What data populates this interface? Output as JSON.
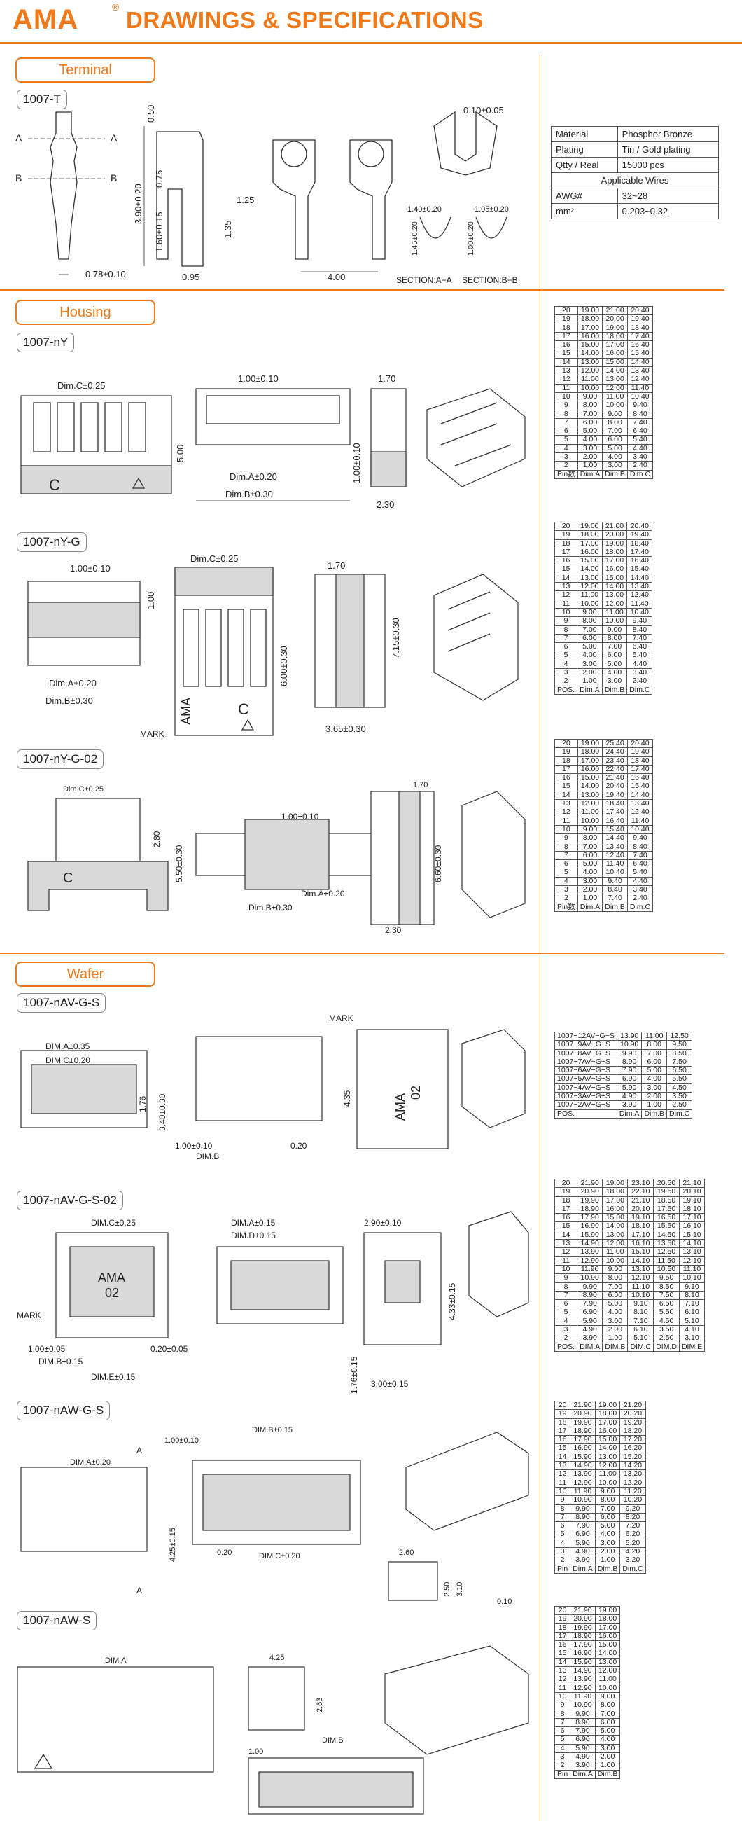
{
  "header": {
    "brand": "AMA",
    "reg": "®",
    "title": "DRAWINGS & SPECIFICATIONS"
  },
  "sections": {
    "terminal": "Terminal",
    "housing": "Housing",
    "wafer": "Wafer"
  },
  "parts": {
    "t": "1007-T",
    "ny": "1007-nY",
    "nyg": "1007-nY-G",
    "nyg02": "1007-nY-G-02",
    "navgs": "1007-nAV-G-S",
    "navgs02": "1007-nAV-G-S-02",
    "nawgs": "1007-nAW-G-S",
    "naws": "1007-nAW-S"
  },
  "terminal_dims": {
    "a": "A",
    "b": "B",
    "sec_aa": "SECTION:A−A",
    "sec_bb": "SECTION:B−B",
    "d050": "0.50",
    "d390": "3.90±0.20",
    "d075": "0.75",
    "d160": "1.60±0.15",
    "d135": "1.35",
    "d125": "1.25",
    "d078": "0.78±0.10",
    "d095": "0.95",
    "d400": "4.00",
    "d010": "0.10±0.05",
    "d140": "1.40±0.20",
    "d105": "1.05±0.20",
    "d145": "1.45±0.20",
    "d100": "1.00±0.20"
  },
  "terminal_spec": {
    "rows": [
      [
        "Material",
        "Phosphor Bronze"
      ],
      [
        "Plating",
        "Tin / Gold plating"
      ],
      [
        "Qtty / Real",
        "15000 pcs"
      ]
    ],
    "applicable": "Applicable Wires",
    "rows2": [
      [
        "AWG#",
        "32~28"
      ],
      [
        "mm²",
        "0.203~0.32"
      ]
    ]
  },
  "housing_dims": {
    "dimc025": "Dim.C±0.25",
    "d100010": "1.00±0.10",
    "d170": "1.70",
    "d500": "5.00",
    "dima020": "Dim.A±0.20",
    "dimb030": "Dim.B±0.30",
    "c": "C",
    "d230": "2.30",
    "d100010v": "1.00±0.10",
    "d100": "1.00",
    "d600": "6.00±0.30",
    "d715": "7.15±0.30",
    "d365": "3.65±0.30",
    "mark": "MARK",
    "ama": "AMA",
    "d280": "2.80",
    "d550": "5.50±0.30",
    "d660": "6.60±0.30"
  },
  "wafer_dims": {
    "dima035": "DIM.A±0.35",
    "dimc020": "DIM.C±0.20",
    "d176": "1.76",
    "d340": "3.40±0.30",
    "d100010": "1.00±0.10",
    "dimb": "DIM.B",
    "d020": "0.20",
    "mark": "MARK",
    "ama": "AMA",
    "n02": "02",
    "d435": "4.35",
    "dimc025": "DIM.C±0.25",
    "dima015": "DIM.A±0.15",
    "dimd015": "DIM.D±0.15",
    "d290": "2.90±0.10",
    "d433": "4.33±0.15",
    "d176015": "1.76±0.15",
    "d300": "3.00±0.15",
    "d100005": "1.00±0.05",
    "d020005": "0.20±0.05",
    "dimb015": "DIM.B±0.15",
    "dime015": "DIM.E±0.15",
    "dima020": "DIM.A±0.20",
    "dimb015b": "DIM.B±0.15",
    "dimc020b": "DIM.C±0.20",
    "d425": "4.25±0.15",
    "d260": "2.60",
    "d250": "2.50",
    "d310": "3.10",
    "d010": "0.10",
    "dima": "DIM.A",
    "d425b": "4.25",
    "d263": "2.63",
    "dimbb": "DIM.B",
    "d100b": "1.00",
    "d020b": "0.20",
    "a": "A"
  },
  "tables": {
    "t1": {
      "rows": [
        [
          "20",
          "19.00",
          "21.00",
          "20.40"
        ],
        [
          "19",
          "18.00",
          "20.00",
          "19.40"
        ],
        [
          "18",
          "17.00",
          "19.00",
          "18.40"
        ],
        [
          "17",
          "16.00",
          "18.00",
          "17.40"
        ],
        [
          "16",
          "15.00",
          "17.00",
          "16.40"
        ],
        [
          "15",
          "14.00",
          "16.00",
          "15.40"
        ],
        [
          "14",
          "13.00",
          "15.00",
          "14.40"
        ],
        [
          "13",
          "12.00",
          "14.00",
          "13.40"
        ],
        [
          "12",
          "11.00",
          "13.00",
          "12.40"
        ],
        [
          "11",
          "10.00",
          "12.00",
          "11.40"
        ],
        [
          "10",
          "9.00",
          "11.00",
          "10.40"
        ],
        [
          "9",
          "8.00",
          "10.00",
          "9.40"
        ],
        [
          "8",
          "7.00",
          "9.00",
          "8.40"
        ],
        [
          "7",
          "6.00",
          "8.00",
          "7.40"
        ],
        [
          "6",
          "5.00",
          "7.00",
          "6.40"
        ],
        [
          "5",
          "4.00",
          "6.00",
          "5.40"
        ],
        [
          "4",
          "3.00",
          "5.00",
          "4.40"
        ],
        [
          "3",
          "2.00",
          "4.00",
          "3.40"
        ],
        [
          "2",
          "1.00",
          "3.00",
          "2.40"
        ]
      ],
      "head": [
        "Pin数",
        "Dim.A",
        "Dim.B",
        "Dim.C"
      ]
    },
    "t2": {
      "rows": [
        [
          "20",
          "19.00",
          "21.00",
          "20.40"
        ],
        [
          "19",
          "18.00",
          "20.00",
          "19.40"
        ],
        [
          "18",
          "17.00",
          "19.00",
          "18.40"
        ],
        [
          "17",
          "16.00",
          "18.00",
          "17.40"
        ],
        [
          "16",
          "15.00",
          "17.00",
          "16.40"
        ],
        [
          "15",
          "14.00",
          "16.00",
          "15.40"
        ],
        [
          "14",
          "13.00",
          "15.00",
          "14.40"
        ],
        [
          "13",
          "12.00",
          "14.00",
          "13.40"
        ],
        [
          "12",
          "11.00",
          "13.00",
          "12.40"
        ],
        [
          "11",
          "10.00",
          "12.00",
          "11.40"
        ],
        [
          "10",
          "9.00",
          "11.00",
          "10.40"
        ],
        [
          "9",
          "8.00",
          "10.00",
          "9.40"
        ],
        [
          "8",
          "7.00",
          "9.00",
          "8.40"
        ],
        [
          "7",
          "6.00",
          "8.00",
          "7.40"
        ],
        [
          "6",
          "5.00",
          "7.00",
          "6.40"
        ],
        [
          "5",
          "4.00",
          "6.00",
          "5.40"
        ],
        [
          "4",
          "3.00",
          "5.00",
          "4.40"
        ],
        [
          "3",
          "2.00",
          "4.00",
          "3.40"
        ],
        [
          "2",
          "1.00",
          "3.00",
          "2.40"
        ]
      ],
      "head": [
        "POS.",
        "Dim.A",
        "Dim.B",
        "Dim.C"
      ]
    },
    "t3": {
      "rows": [
        [
          "20",
          "19.00",
          "25.40",
          "20.40"
        ],
        [
          "19",
          "18.00",
          "24.40",
          "19.40"
        ],
        [
          "18",
          "17.00",
          "23.40",
          "18.40"
        ],
        [
          "17",
          "16.00",
          "22.40",
          "17.40"
        ],
        [
          "16",
          "15.00",
          "21.40",
          "16.40"
        ],
        [
          "15",
          "14.00",
          "20.40",
          "15.40"
        ],
        [
          "14",
          "13.00",
          "19.40",
          "14.40"
        ],
        [
          "13",
          "12.00",
          "18.40",
          "13.40"
        ],
        [
          "12",
          "11.00",
          "17.40",
          "12.40"
        ],
        [
          "11",
          "10.00",
          "16.40",
          "11.40"
        ],
        [
          "10",
          "9.00",
          "15.40",
          "10.40"
        ],
        [
          "9",
          "8.00",
          "14.40",
          "9.40"
        ],
        [
          "8",
          "7.00",
          "13.40",
          "8.40"
        ],
        [
          "7",
          "6.00",
          "12.40",
          "7.40"
        ],
        [
          "6",
          "5.00",
          "11.40",
          "6.40"
        ],
        [
          "5",
          "4.00",
          "10.40",
          "5.40"
        ],
        [
          "4",
          "3.00",
          "9.40",
          "4.40"
        ],
        [
          "3",
          "2.00",
          "8.40",
          "3.40"
        ],
        [
          "2",
          "1.00",
          "7.40",
          "2.40"
        ]
      ],
      "head": [
        "Pin数",
        "Dim.A",
        "Dim.B",
        "Dim.C"
      ]
    },
    "t4": {
      "rows": [
        [
          "1007−12AV−G−S",
          "13.90",
          "11.00",
          "12.50"
        ],
        [
          "1007−9AV−G−S",
          "10.90",
          "8.00",
          "9.50"
        ],
        [
          "1007−8AV−G−S",
          "9.90",
          "7.00",
          "8.50"
        ],
        [
          "1007−7AV−G−S",
          "8.90",
          "6.00",
          "7.50"
        ],
        [
          "1007−6AV−G−S",
          "7.90",
          "5.00",
          "6.50"
        ],
        [
          "1007−5AV−G−S",
          "6.90",
          "4.00",
          "5.50"
        ],
        [
          "1007−4AV−G−S",
          "5.90",
          "3.00",
          "4.50"
        ],
        [
          "1007−3AV−G−S",
          "4.90",
          "2.00",
          "3.50"
        ],
        [
          "1007−2AV−G−S",
          "3.90",
          "1.00",
          "2.50"
        ]
      ],
      "head": [
        "POS.",
        "Dim.A",
        "Dim.B",
        "Dim.C"
      ]
    },
    "t5": {
      "rows": [
        [
          "20",
          "21.90",
          "19.00",
          "23.10",
          "20.50",
          "21.10"
        ],
        [
          "19",
          "20.90",
          "18.00",
          "22.10",
          "19.50",
          "20.10"
        ],
        [
          "18",
          "19.90",
          "17.00",
          "21.10",
          "18.50",
          "19.10"
        ],
        [
          "17",
          "18.90",
          "16.00",
          "20.10",
          "17.50",
          "18.10"
        ],
        [
          "16",
          "17.90",
          "15.00",
          "19.10",
          "16.50",
          "17.10"
        ],
        [
          "15",
          "16.90",
          "14.00",
          "18.10",
          "15.50",
          "16.10"
        ],
        [
          "14",
          "15.90",
          "13.00",
          "17.10",
          "14.50",
          "15.10"
        ],
        [
          "13",
          "14.90",
          "12.00",
          "16.10",
          "13.50",
          "14.10"
        ],
        [
          "12",
          "13.90",
          "11.00",
          "15.10",
          "12.50",
          "13.10"
        ],
        [
          "11",
          "12.90",
          "10.00",
          "14.10",
          "11.50",
          "12.10"
        ],
        [
          "10",
          "11.90",
          "9.00",
          "13.10",
          "10.50",
          "11.10"
        ],
        [
          "9",
          "10.90",
          "8.00",
          "12.10",
          "9.50",
          "10.10"
        ],
        [
          "8",
          "9.90",
          "7.00",
          "11.10",
          "8.50",
          "9.10"
        ],
        [
          "7",
          "8.90",
          "6.00",
          "10.10",
          "7.50",
          "8.10"
        ],
        [
          "6",
          "7.90",
          "5.00",
          "9.10",
          "6.50",
          "7.10"
        ],
        [
          "5",
          "6.90",
          "4.00",
          "8.10",
          "5.50",
          "6.10"
        ],
        [
          "4",
          "5.90",
          "3.00",
          "7.10",
          "4.50",
          "5.10"
        ],
        [
          "3",
          "4.90",
          "2.00",
          "6.10",
          "3.50",
          "4.10"
        ],
        [
          "2",
          "3.90",
          "1.00",
          "5.10",
          "2.50",
          "3.10"
        ]
      ],
      "head": [
        "POS.",
        "DIM.A",
        "DIM.B",
        "DIM.C",
        "DIM.D",
        "DIM.E"
      ]
    },
    "t6": {
      "rows": [
        [
          "20",
          "21.90",
          "19.00",
          "21.20"
        ],
        [
          "19",
          "20.90",
          "18.00",
          "20.20"
        ],
        [
          "18",
          "19.90",
          "17.00",
          "19.20"
        ],
        [
          "17",
          "18.90",
          "16.00",
          "18.20"
        ],
        [
          "16",
          "17.90",
          "15.00",
          "17.20"
        ],
        [
          "15",
          "16.90",
          "14.00",
          "16.20"
        ],
        [
          "14",
          "15.90",
          "13.00",
          "15.20"
        ],
        [
          "13",
          "14.90",
          "12.00",
          "14.20"
        ],
        [
          "12",
          "13.90",
          "11.00",
          "13.20"
        ],
        [
          "11",
          "12.90",
          "10.00",
          "12.20"
        ],
        [
          "10",
          "11.90",
          "9.00",
          "11.20"
        ],
        [
          "9",
          "10.90",
          "8.00",
          "10.20"
        ],
        [
          "8",
          "9.90",
          "7.00",
          "9.20"
        ],
        [
          "7",
          "8.90",
          "6.00",
          "8.20"
        ],
        [
          "6",
          "7.90",
          "5.00",
          "7.20"
        ],
        [
          "5",
          "6.90",
          "4.00",
          "6.20"
        ],
        [
          "4",
          "5.90",
          "3.00",
          "5.20"
        ],
        [
          "3",
          "4.90",
          "2.00",
          "4.20"
        ],
        [
          "2",
          "3.90",
          "1.00",
          "3.20"
        ]
      ],
      "head": [
        "Pin",
        "Dim.A",
        "Dim.B",
        "Dim.C"
      ]
    },
    "t7": {
      "rows": [
        [
          "20",
          "21.90",
          "19.00"
        ],
        [
          "19",
          "20.90",
          "18.00"
        ],
        [
          "18",
          "19.90",
          "17.00"
        ],
        [
          "17",
          "18.90",
          "16.00"
        ],
        [
          "16",
          "17.90",
          "15.00"
        ],
        [
          "15",
          "16.90",
          "14.00"
        ],
        [
          "14",
          "15.90",
          "13.00"
        ],
        [
          "13",
          "14.90",
          "12.00"
        ],
        [
          "12",
          "13.90",
          "11.00"
        ],
        [
          "11",
          "12.90",
          "10.00"
        ],
        [
          "10",
          "11.90",
          "9.00"
        ],
        [
          "9",
          "10.90",
          "8.00"
        ],
        [
          "8",
          "9.90",
          "7.00"
        ],
        [
          "7",
          "8.90",
          "6.00"
        ],
        [
          "6",
          "7.90",
          "5.00"
        ],
        [
          "5",
          "6.90",
          "4.00"
        ],
        [
          "4",
          "5.90",
          "3.00"
        ],
        [
          "3",
          "4.90",
          "2.00"
        ],
        [
          "2",
          "3.90",
          "1.00"
        ]
      ],
      "head": [
        "Pin",
        "Dim.A",
        "Dim.B"
      ]
    }
  }
}
